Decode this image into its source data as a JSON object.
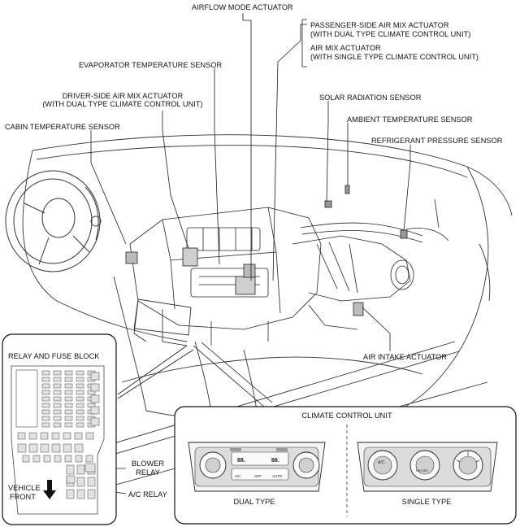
{
  "labels": {
    "airflow_mode_actuator": "AIRFLOW MODE ACTUATOR",
    "passenger_side_air_mix_actuator": "PASSENGER-SIDE AIR MIX ACTUATOR",
    "passenger_side_note": "(WITH DUAL TYPE CLIMATE CONTROL UNIT)",
    "air_mix_actuator": "AIR MIX ACTUATOR",
    "air_mix_note": "(WITH SINGLE TYPE CLIMATE CONTROL UNIT)",
    "evaporator_temperature_sensor": "EVAPORATOR TEMPERATURE SENSOR",
    "driver_side_air_mix_actuator": "DRIVER-SIDE AIR MIX ACTUATOR",
    "driver_side_note": "(WITH DUAL TYPE CLIMATE CONTROL UNIT)",
    "solar_radiation_sensor": "SOLAR RADIATION SENSOR",
    "cabin_temperature_sensor": "CABIN TEMPERATURE SENSOR",
    "ambient_temperature_sensor": "AMBIENT TEMPERATURE SENSOR",
    "refrigerant_pressure_sensor": "REFRIGERANT PRESSURE SENSOR",
    "air_intake_actuator": "AIR INTAKE ACTUATOR"
  },
  "relay_box": {
    "title": "RELAY AND FUSE BLOCK",
    "blower_relay_line1": "BLOWER",
    "blower_relay_line2": "RELAY",
    "ac_relay": "A/C RELAY",
    "vehicle_front_line1": "VEHICLE",
    "vehicle_front_line2": "FRONT"
  },
  "control_unit_box": {
    "title": "CLIMATE CONTROL UNIT",
    "dual_type": "DUAL TYPE",
    "single_type": "SINGLE TYPE",
    "dual_panel_readouts": [
      "88.",
      "88."
    ],
    "dual_panel_button_text": [
      "OFF",
      "AUTO",
      "A/C"
    ],
    "single_panel_knob_text": [
      "A/C",
      "RECIRC"
    ]
  },
  "colors": {
    "line": "#1a1a1a",
    "light_line": "#555555",
    "panel_fill": "#eeeeee",
    "knob_fill": "#d8d8d8"
  }
}
